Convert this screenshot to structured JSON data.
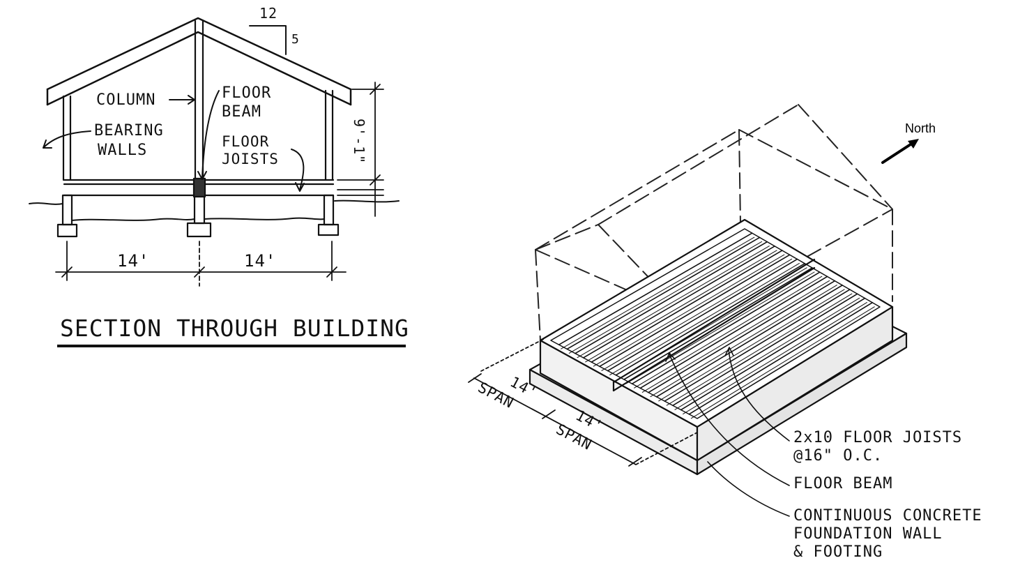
{
  "section": {
    "title": "SECTION THROUGH BUILDING",
    "roof_pitch": {
      "run": "12",
      "rise": "5"
    },
    "labels": {
      "column": "COLUMN",
      "floor_beam_1": "FLOOR",
      "floor_beam_2": "BEAM",
      "floor_joists_1": "FLOOR",
      "floor_joists_2": "JOISTS",
      "bearing_walls_1": "BEARING",
      "bearing_walls_2": "WALLS",
      "wall_height": "9'-1\""
    },
    "spans": [
      "14'",
      "14'"
    ]
  },
  "iso": {
    "north_label": "North",
    "span_1_dim": "14'",
    "span_1_label": "SPAN",
    "span_2_dim": "14'",
    "span_2_label": "SPAN",
    "callouts": {
      "joists_line1": "2x10 FLOOR JOISTS",
      "joists_line2": "@16\" O.C.",
      "beam": "FLOOR BEAM",
      "foundation_line1": "CONTINUOUS CONCRETE",
      "foundation_line2": "FOUNDATION WALL",
      "foundation_line3": "& FOOTING"
    }
  }
}
